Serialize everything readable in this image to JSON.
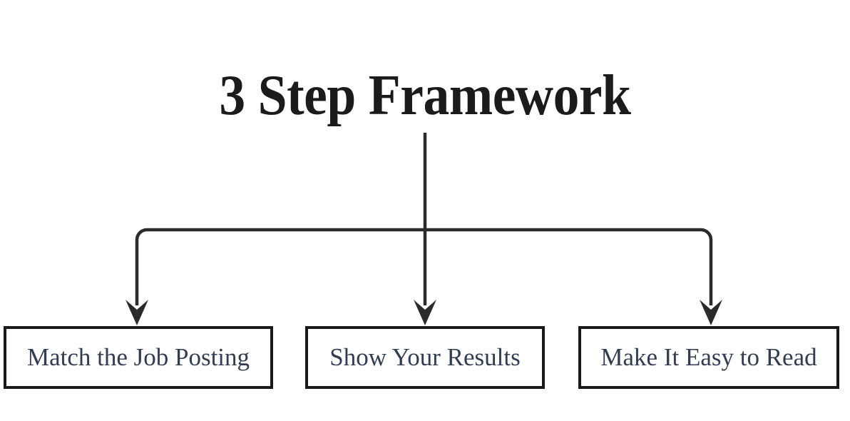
{
  "diagram": {
    "title": "3 Step Framework",
    "title_color": "#1b1b1b",
    "background_color": "#ffffff",
    "connector_color": "#2b2b2b",
    "box_border_color": "#1a1a1a",
    "box_text_color": "#333d52",
    "type": "flowchart",
    "layout": "one-to-many-fan-out",
    "steps": [
      {
        "index": 1,
        "label": "Match the Job Posting"
      },
      {
        "index": 2,
        "label": "Show Your Results"
      },
      {
        "index": 3,
        "label": "Make It Easy to Read"
      }
    ]
  }
}
